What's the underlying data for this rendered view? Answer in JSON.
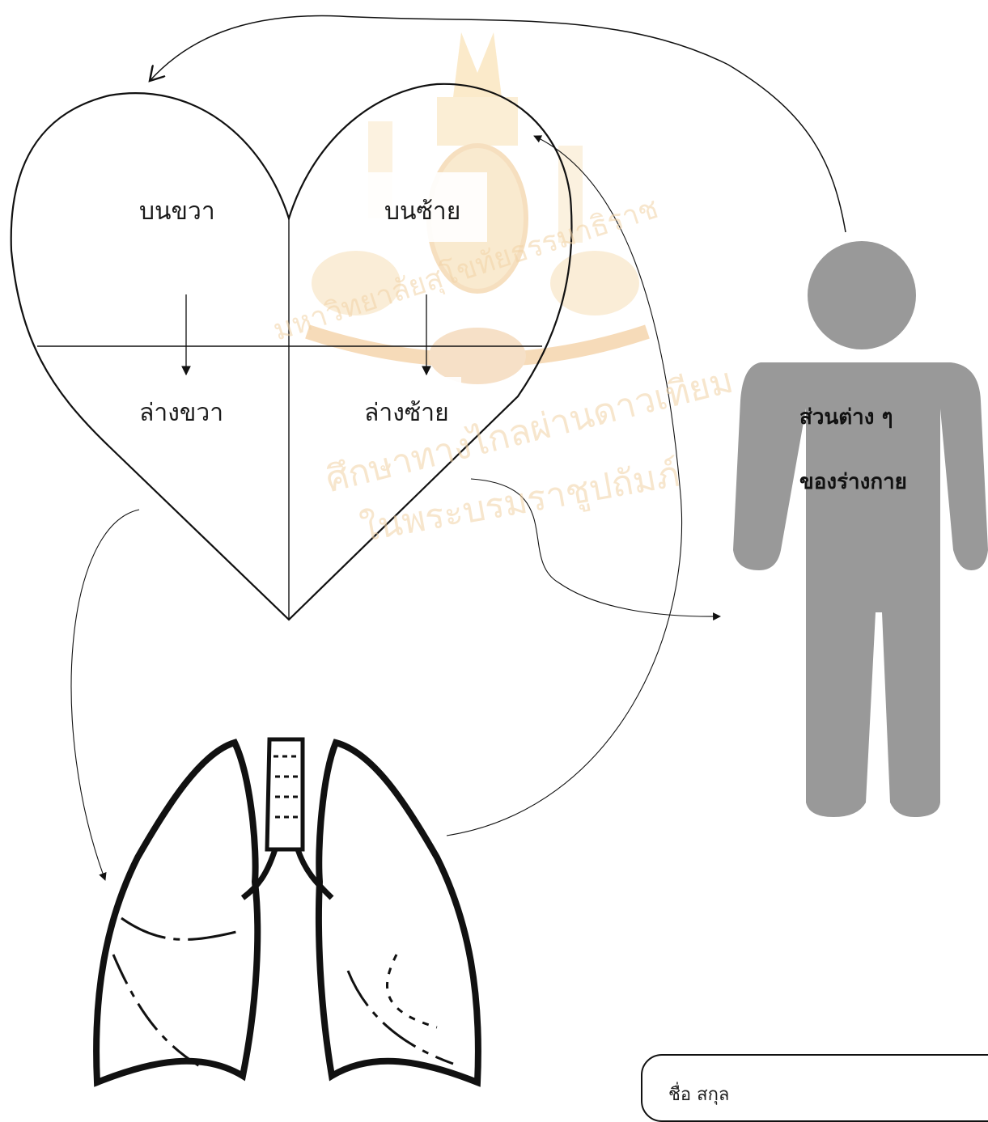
{
  "heart": {
    "upper_right": "บนขวา",
    "upper_left": "บนซ้าย",
    "lower_right": "ล่างขวา",
    "lower_left": "ล่างซ้าย"
  },
  "body_figure": {
    "line1": "ส่วนต่าง ๆ",
    "line2": "ของร่างกาย",
    "color": "#999999"
  },
  "watermark": {
    "line1": "มหาวิทยาลัยสุโขทัยธรรมาธิราช",
    "line2": "ศึกษาทางไกลผ่านดาวเทียม",
    "line3": "ในพระบรมราชูปถัมภ์",
    "color": "#f0c98e"
  },
  "name_box": {
    "label": "ชื่อ สกุล"
  }
}
